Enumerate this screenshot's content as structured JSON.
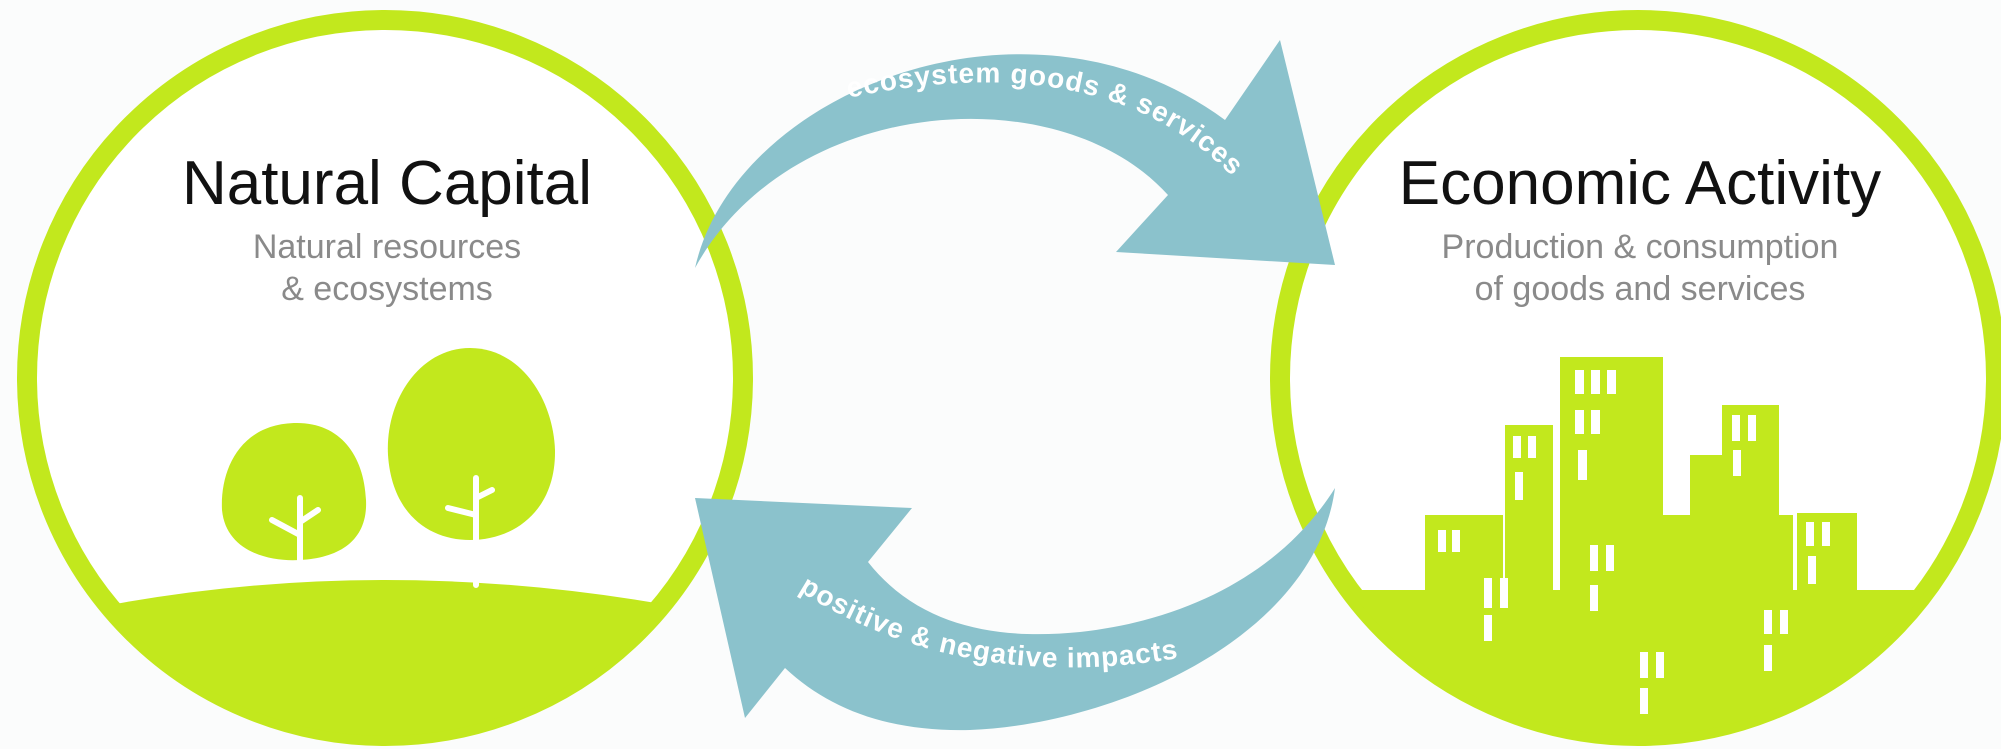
{
  "colors": {
    "accent_green": "#c2e81d",
    "arrow_blue": "#8bc2cc",
    "title_text": "#111111",
    "subtitle_text": "#8a8a8a",
    "arrow_text": "#ffffff",
    "background": "#fbfcfc"
  },
  "left": {
    "title": "Natural Capital",
    "subtitle_line1": "Natural resources",
    "subtitle_line2": "& ecosystems",
    "icon": "trees-on-hill-icon"
  },
  "right": {
    "title": "Economic Activity",
    "subtitle_line1": "Production & consumption",
    "subtitle_line2": "of goods and services",
    "icon": "city-skyline-icon"
  },
  "arrows": {
    "top_label": "ecosystem goods & services",
    "bottom_label": "positive & negative impacts"
  }
}
